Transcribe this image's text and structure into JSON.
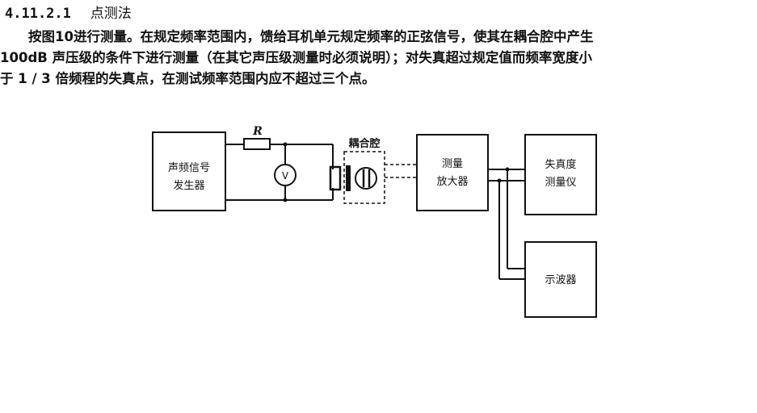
{
  "section": {
    "number": "4.11.2.1",
    "title": "点测法"
  },
  "paragraph": {
    "lines": [
      "按图10进行测量。在规定频率范围内，馈给耳机单元规定频率的正弦信号，使其在耦合腔中产生",
      "100dB 声压级的条件下进行测量（在其它声压级测量时必须说明）；对失真超过规定值而频率宽度小",
      "于 1 / 3 倍频程的失真点，在测试频率范围内应不超过三个点。"
    ]
  },
  "diagram": {
    "generator": [
      "声频信号",
      "发生器"
    ],
    "resistor_label": "R",
    "voltmeter_label": "V",
    "coupler_label": "耦合腔",
    "amplifier": [
      "测量",
      "放大器"
    ],
    "distortion_meter": [
      "失真度",
      "测量仪"
    ],
    "oscilloscope": "示波器"
  }
}
